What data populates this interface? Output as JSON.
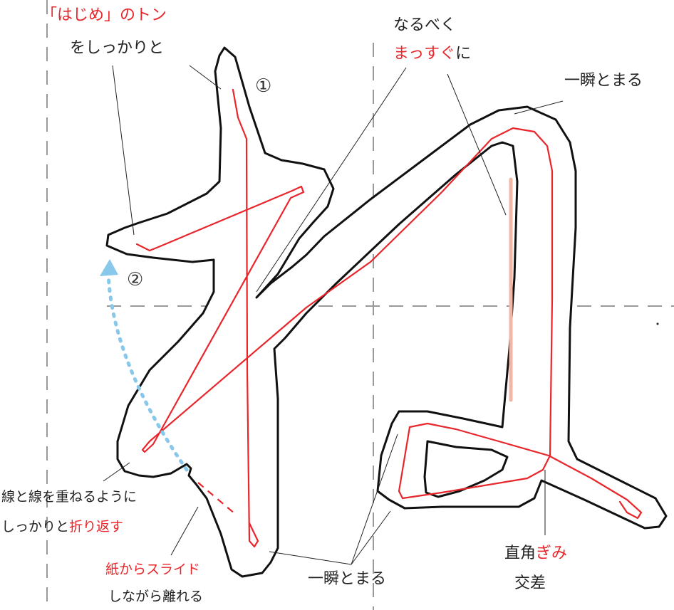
{
  "labels": {
    "tl_line1": "「はじめ」のトン",
    "tl_line2": "をしっかりと",
    "tc_line1": "なるべく",
    "tc_line2_red": "まっすぐ",
    "tc_line2_black": "に",
    "tr": "一瞬とまる",
    "bl_line1": "線と線を重ねるように",
    "bl_line2_black": "しっかりと",
    "bl_line2_red": "折り返す",
    "bl2_line1": "紙からスライド",
    "bl2_line2": "しながら離れる",
    "bc": "一瞬とまる",
    "br_line1_black": "直角",
    "br_line1_red": "ぎみ",
    "br_line2": "交差"
  },
  "stroke_numbers": [
    "①",
    "②"
  ],
  "colors": {
    "stroke_path": "#e8262b",
    "text_emphasis": "#e8262b",
    "text": "#222222",
    "outline": "#111111",
    "guide": "#999999",
    "direction_arrow": "#88c8ea",
    "straight_marker": "#f2b7a4"
  }
}
